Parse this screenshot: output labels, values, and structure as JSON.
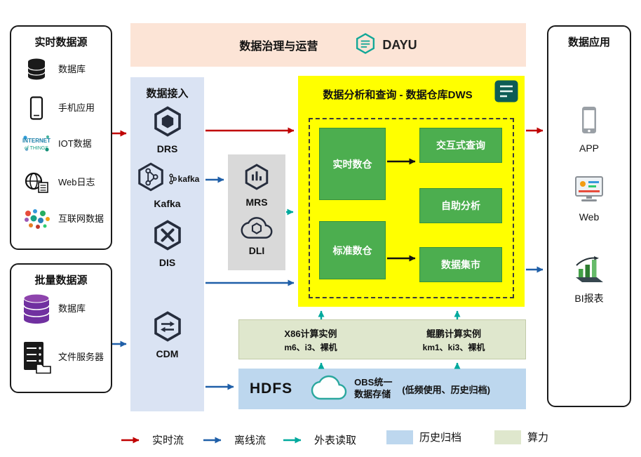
{
  "colors": {
    "realtime_flow": "#c00000",
    "offline_flow": "#1f5fa8",
    "external_read": "#00a99d",
    "archive_bg": "#bdd7ee",
    "compute_bg": "#dfe7cd",
    "governance_bg": "#fce4d6",
    "ingestion_bg": "#dae3f3",
    "dws_bg": "#ffff00",
    "green_box": "#4cae4f",
    "gray_panel": "#d9d9d9"
  },
  "realtime_sources": {
    "title": "实时数据源",
    "items": [
      {
        "label": "数据库",
        "icon": "database-icon"
      },
      {
        "label": "手机应用",
        "icon": "mobile-icon"
      },
      {
        "label": "IOT数据",
        "icon": "iot-icon"
      },
      {
        "label": "Web日志",
        "icon": "weblog-icon"
      },
      {
        "label": "互联网数据",
        "icon": "internet-icon"
      }
    ]
  },
  "batch_sources": {
    "title": "批量数据源",
    "items": [
      {
        "label": "数据库",
        "icon": "database-purple-icon"
      },
      {
        "label": "文件服务器",
        "icon": "file-server-icon"
      }
    ]
  },
  "governance": {
    "title": "数据治理与运营",
    "logo": "DAYU"
  },
  "ingestion": {
    "title": "数据接入",
    "services": [
      {
        "label": "DRS"
      },
      {
        "label": "Kafka",
        "wordmark": "kafka"
      },
      {
        "label": "DIS"
      },
      {
        "label": "CDM"
      }
    ]
  },
  "processing": {
    "services": [
      {
        "label": "MRS"
      },
      {
        "label": "DLI"
      }
    ]
  },
  "dws": {
    "title": "数据分析和查询 - 数据仓库DWS",
    "warehouses": [
      {
        "label": "实时数仓"
      },
      {
        "label": "标准数仓"
      }
    ],
    "services": [
      {
        "label": "交互式查询"
      },
      {
        "label": "自助分析"
      },
      {
        "label": "数据集市"
      }
    ]
  },
  "compute": {
    "x86": {
      "title": "X86计算实例",
      "models": "m6、i3、裸机"
    },
    "kunpeng": {
      "title": "鲲鹏计算实例",
      "models": "km1、ki3、裸机"
    }
  },
  "storage": {
    "hdfs": "HDFS",
    "obs_line1": "OBS统一",
    "obs_line2": "数据存储",
    "note": "(低频使用、历史归档)"
  },
  "applications": {
    "title": "数据应用",
    "items": [
      {
        "label": "APP"
      },
      {
        "label": "Web"
      },
      {
        "label": "BI报表"
      }
    ]
  },
  "legend": {
    "realtime": "实时流",
    "offline": "离线流",
    "external": "外表读取",
    "archive": "历史归档",
    "compute": "算力"
  }
}
